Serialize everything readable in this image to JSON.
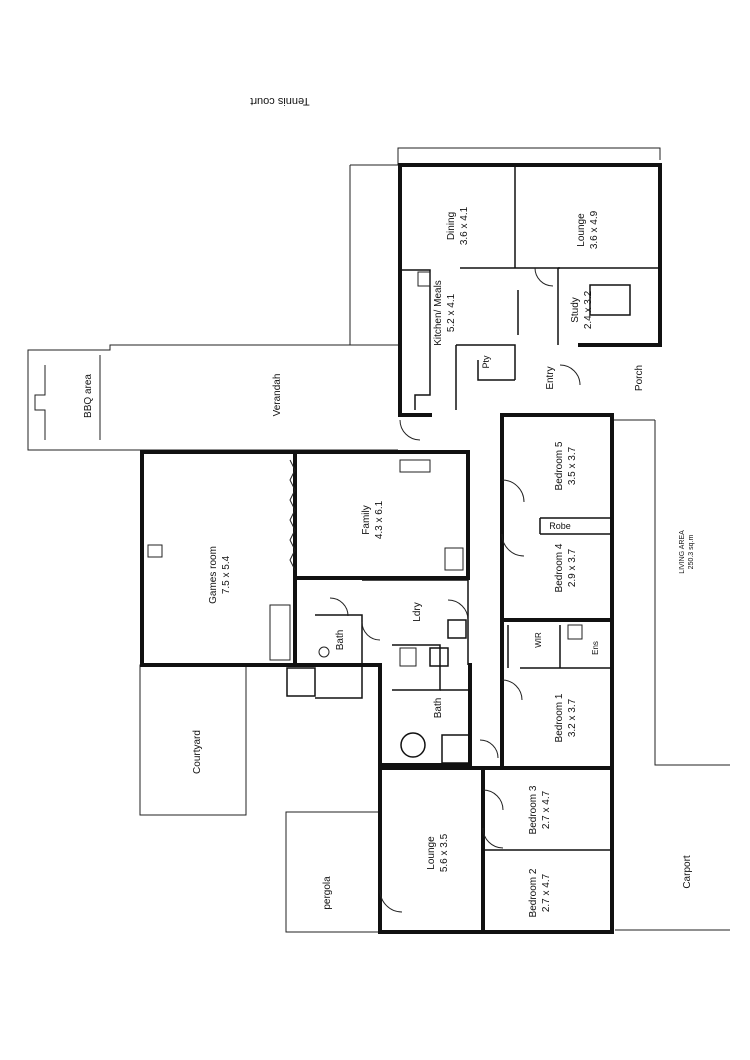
{
  "labels": {
    "tennis_court": "Tennis court",
    "bbq_area": "BBQ area",
    "verandah": "Verandah",
    "courtyard": "Courtyard",
    "pergola": "pergola",
    "porch": "Porch",
    "carport": "Carport",
    "entry": "Entry",
    "robe": "Robe",
    "wir": "WIR",
    "ens": "Ens",
    "ldry": "Ldry",
    "pty": "Pty",
    "bath_1": "Bath",
    "bath_2": "Bath",
    "living_area": "LIVING AREA",
    "living_area_size": "250.3 sq.m"
  },
  "rooms": [
    {
      "name": "Dining",
      "size": "3.6 x 4.1"
    },
    {
      "name": "Lounge",
      "size": "3.6 x 4.9"
    },
    {
      "name": "Kitchen/ Meals",
      "size": "5.2 x 4.1"
    },
    {
      "name": "Study",
      "size": "2.4 x 3.2"
    },
    {
      "name": "Bedroom 5",
      "size": "3.5 x 3.7"
    },
    {
      "name": "Family",
      "size": "4.3 x 6.1"
    },
    {
      "name": "Games room",
      "size": "7.5 x 5.4"
    },
    {
      "name": "Bedroom 4",
      "size": "2.9 x 3.7"
    },
    {
      "name": "Bedroom 1",
      "size": "3.2 x 3.7"
    },
    {
      "name": "Bedroom 3",
      "size": "2.7 x 4.7"
    },
    {
      "name": "Lounge",
      "size": "5.6 x 3.5"
    },
    {
      "name": "Bedroom 2",
      "size": "2.7 x 4.7"
    }
  ]
}
